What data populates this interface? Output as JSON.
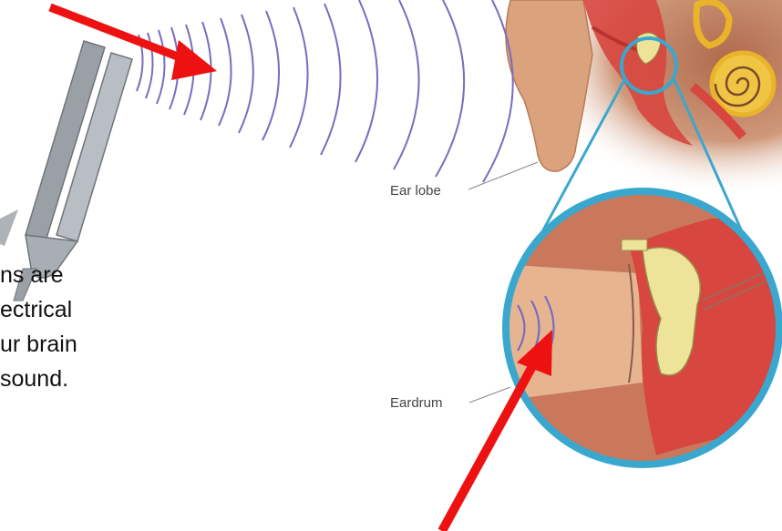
{
  "labels": {
    "ear_lobe": "Ear lobe",
    "eardrum": "Eardrum"
  },
  "body_text_lines": [
    "ns are",
    "ectrical",
    "ur brain",
    "sound."
  ],
  "colors": {
    "arrow": "#ee1111",
    "wave": "#7a6cc0",
    "magnifier": "#3aa7cf",
    "skin": "#e3b48f",
    "canal": "#d7463f",
    "bone": "#ede49a",
    "cochlea": "#e9b42a"
  },
  "icons": [
    "tuning-fork-icon",
    "sound-wave-icon",
    "pointer-arrow-icon",
    "magnifier-icon"
  ]
}
